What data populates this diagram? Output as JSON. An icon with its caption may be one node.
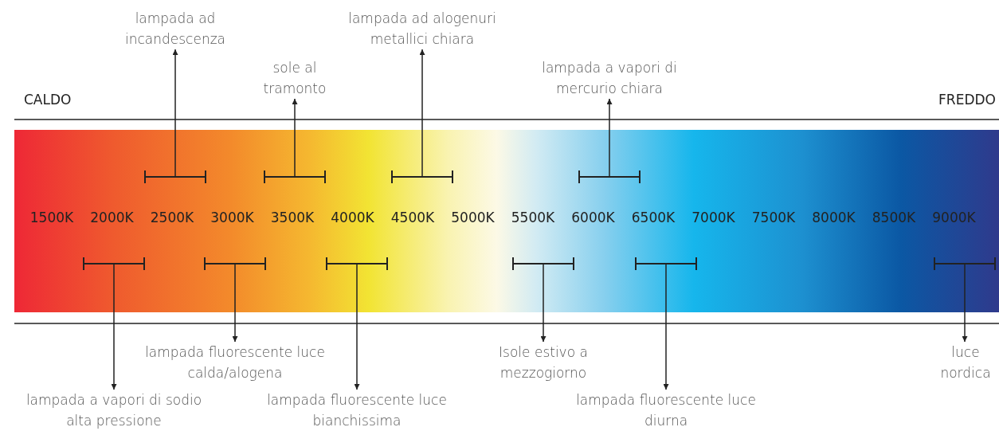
{
  "diagram": {
    "nodes": [
      {
        "text": [
          "lampada ad incandescenza"
        ]
      },
      {
        "text": [
          "lampada ad alogenuri metallici chiara"
        ]
      },
      {
        "text": [
          "sole al tramonto"
        ]
      },
      {
        "text": [
          "lampada a vapori di mercurio chiara"
        ]
      },
      {
        "text": [],
        "shape": "bar"
      },
      {
        "text": [],
        "shape": "bar"
      },
      {
        "text": [],
        "shape": "bar"
      },
      {
        "text": [],
        "shape": "bar"
      },
      {
        "text": [],
        "shape": "bar"
      },
      {
        "text": [],
        "shape": "bar"
      },
      {
        "text": [],
        "shape": "bar"
      },
      {
        "text": [],
        "shape": "bar"
      },
      {
        "text": [],
        "shape": "bar"
      },
      {
        "text": [],
        "shape": "bar"
      },
      {
        "text": [
          "lampada fluorescente luce calda/alogena"
        ]
      },
      {
        "text": [
          "Isole estivo a mezzogiorno"
        ]
      },
      {
        "text": [
          "luce nordica"
        ]
      },
      {
        "text": [
          "lampada a vapori di sodio alta pressione"
        ]
      },
      {
        "text": [
          "lampada fluorescente luce bianchissima"
        ]
      },
      {
        "text": [
          "lampada fluorescente luce diurna"
        ]
      }
    ],
    "edges": [
      {
        "from": 4,
        "to": 0,
        "arrow": "to"
      },
      {
        "from": 5,
        "to": 2,
        "arrow": "to"
      },
      {
        "from": 6,
        "to": 1,
        "arrow": "to"
      },
      {
        "from": 7,
        "to": 3,
        "arrow": "to"
      },
      {
        "from": 8,
        "to": 17,
        "arrow": "to"
      },
      {
        "from": 9,
        "to": 14,
        "arrow": "to"
      },
      {
        "from": 10,
        "to": 18,
        "arrow": "to"
      },
      {
        "from": 11,
        "to": 15,
        "arrow": "to"
      },
      {
        "from": 12,
        "to": 19,
        "arrow": "to"
      },
      {
        "from": 13,
        "to": 16,
        "arrow": "to"
      }
    ],
    "labels": [
      "CALDO",
      "FREDDO",
      "1500K",
      "2000K",
      "2500K",
      "3000K",
      "3500K",
      "4000K",
      "4500K",
      "5000K",
      "5500K",
      "6000K",
      "6500K",
      "7000K",
      "7500K",
      "8000K",
      "8500K",
      "9000K"
    ]
  }
}
